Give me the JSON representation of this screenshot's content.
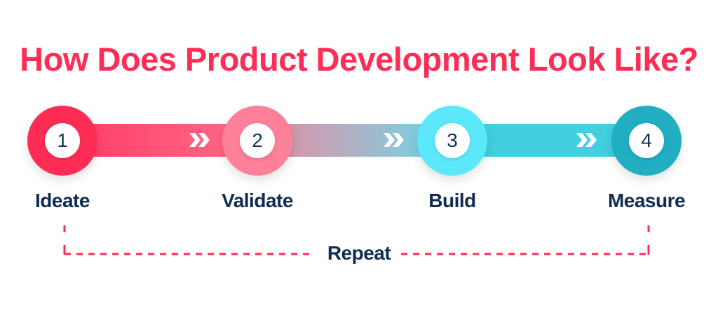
{
  "title": "How Does Product Development Look Like?",
  "colors": {
    "title": "#ff2d55",
    "label": "#0f2c52",
    "dashed_line": "#ff2d55"
  },
  "steps": [
    {
      "number": "1",
      "label": "Ideate",
      "color": "#ff2d55"
    },
    {
      "number": "2",
      "label": "Validate",
      "color": "#ff8098"
    },
    {
      "number": "3",
      "label": "Build",
      "color": "#5ce8fb"
    },
    {
      "number": "4",
      "label": "Measure",
      "color": "#22aec2"
    }
  ],
  "arrows": [
    {
      "icon": "double-chevron-right-icon"
    },
    {
      "icon": "double-chevron-right-icon"
    },
    {
      "icon": "double-chevron-right-icon"
    }
  ],
  "loop": {
    "label": "Repeat"
  }
}
